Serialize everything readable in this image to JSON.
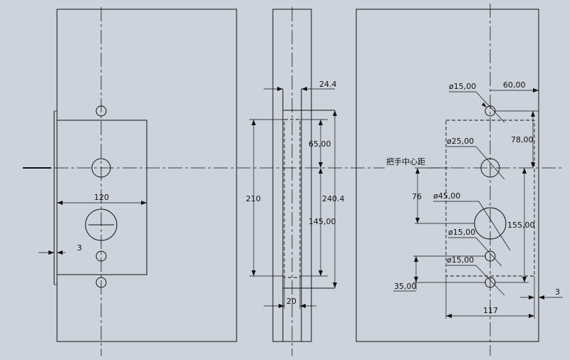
{
  "dimensions": {
    "front_width": "120",
    "front_offset": "3",
    "side_thickness": "24.4",
    "side_upper": "65,00",
    "side_height_a": "210",
    "side_height_b": "240.4",
    "side_lower": "145,00",
    "side_width": "20",
    "hole_top": "ø15,00",
    "hole_handle": "ø25,00",
    "hole_lock": "ø45,00",
    "hole_mid": "ø15,00",
    "hole_bottom": "ø15,00",
    "right_offset_top": "60,00",
    "right_upper": "78,00",
    "right_spacing": "76",
    "right_lower": "155,00",
    "right_bottom": "35,00",
    "right_width": "117",
    "right_edge": "3"
  },
  "labels": {
    "handle_center": "把手中心距"
  }
}
